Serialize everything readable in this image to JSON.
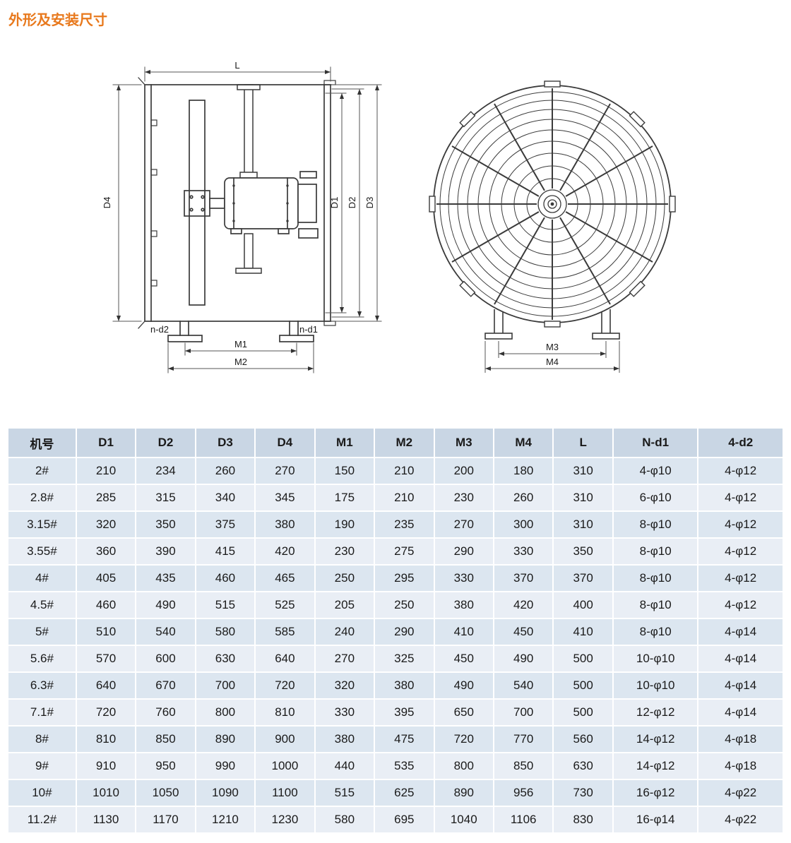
{
  "page": {
    "title": "外形及安装尺寸",
    "title_color": "#e8791d"
  },
  "colors": {
    "header_bg": "#c9d6e4",
    "row_odd_bg": "#dce6f0",
    "row_even_bg": "#e9eef5"
  },
  "drawings": {
    "side_view": {
      "dim_length": "L",
      "dim_d4": "D4",
      "dim_d1": "D1",
      "dim_d2": "D2",
      "dim_d3": "D3",
      "label_left_holes": "n-d2",
      "label_right_holes": "n-d1",
      "dim_m1": "M1",
      "dim_m2": "M2"
    },
    "front_view": {
      "dim_m3": "M3",
      "dim_m4": "M4"
    }
  },
  "table": {
    "headers": [
      "机号",
      "D1",
      "D2",
      "D3",
      "D4",
      "M1",
      "M2",
      "M3",
      "M4",
      "L",
      "N-d1",
      "4-d2"
    ],
    "rows": [
      [
        "2#",
        "210",
        "234",
        "260",
        "270",
        "150",
        "210",
        "200",
        "180",
        "310",
        "4-φ10",
        "4-φ12"
      ],
      [
        "2.8#",
        "285",
        "315",
        "340",
        "345",
        "175",
        "210",
        "230",
        "260",
        "310",
        "6-φ10",
        "4-φ12"
      ],
      [
        "3.15#",
        "320",
        "350",
        "375",
        "380",
        "190",
        "235",
        "270",
        "300",
        "310",
        "8-φ10",
        "4-φ12"
      ],
      [
        "3.55#",
        "360",
        "390",
        "415",
        "420",
        "230",
        "275",
        "290",
        "330",
        "350",
        "8-φ10",
        "4-φ12"
      ],
      [
        "4#",
        "405",
        "435",
        "460",
        "465",
        "250",
        "295",
        "330",
        "370",
        "370",
        "8-φ10",
        "4-φ12"
      ],
      [
        "4.5#",
        "460",
        "490",
        "515",
        "525",
        "205",
        "250",
        "380",
        "420",
        "400",
        "8-φ10",
        "4-φ12"
      ],
      [
        "5#",
        "510",
        "540",
        "580",
        "585",
        "240",
        "290",
        "410",
        "450",
        "410",
        "8-φ10",
        "4-φ14"
      ],
      [
        "5.6#",
        "570",
        "600",
        "630",
        "640",
        "270",
        "325",
        "450",
        "490",
        "500",
        "10-φ10",
        "4-φ14"
      ],
      [
        "6.3#",
        "640",
        "670",
        "700",
        "720",
        "320",
        "380",
        "490",
        "540",
        "500",
        "10-φ10",
        "4-φ14"
      ],
      [
        "7.1#",
        "720",
        "760",
        "800",
        "810",
        "330",
        "395",
        "650",
        "700",
        "500",
        "12-φ12",
        "4-φ14"
      ],
      [
        "8#",
        "810",
        "850",
        "890",
        "900",
        "380",
        "475",
        "720",
        "770",
        "560",
        "14-φ12",
        "4-φ18"
      ],
      [
        "9#",
        "910",
        "950",
        "990",
        "1000",
        "440",
        "535",
        "800",
        "850",
        "630",
        "14-φ12",
        "4-φ18"
      ],
      [
        "10#",
        "1010",
        "1050",
        "1090",
        "1100",
        "515",
        "625",
        "890",
        "956",
        "730",
        "16-φ12",
        "4-φ22"
      ],
      [
        "11.2#",
        "1130",
        "1170",
        "1210",
        "1230",
        "580",
        "695",
        "1040",
        "1106",
        "830",
        "16-φ14",
        "4-φ22"
      ]
    ]
  }
}
